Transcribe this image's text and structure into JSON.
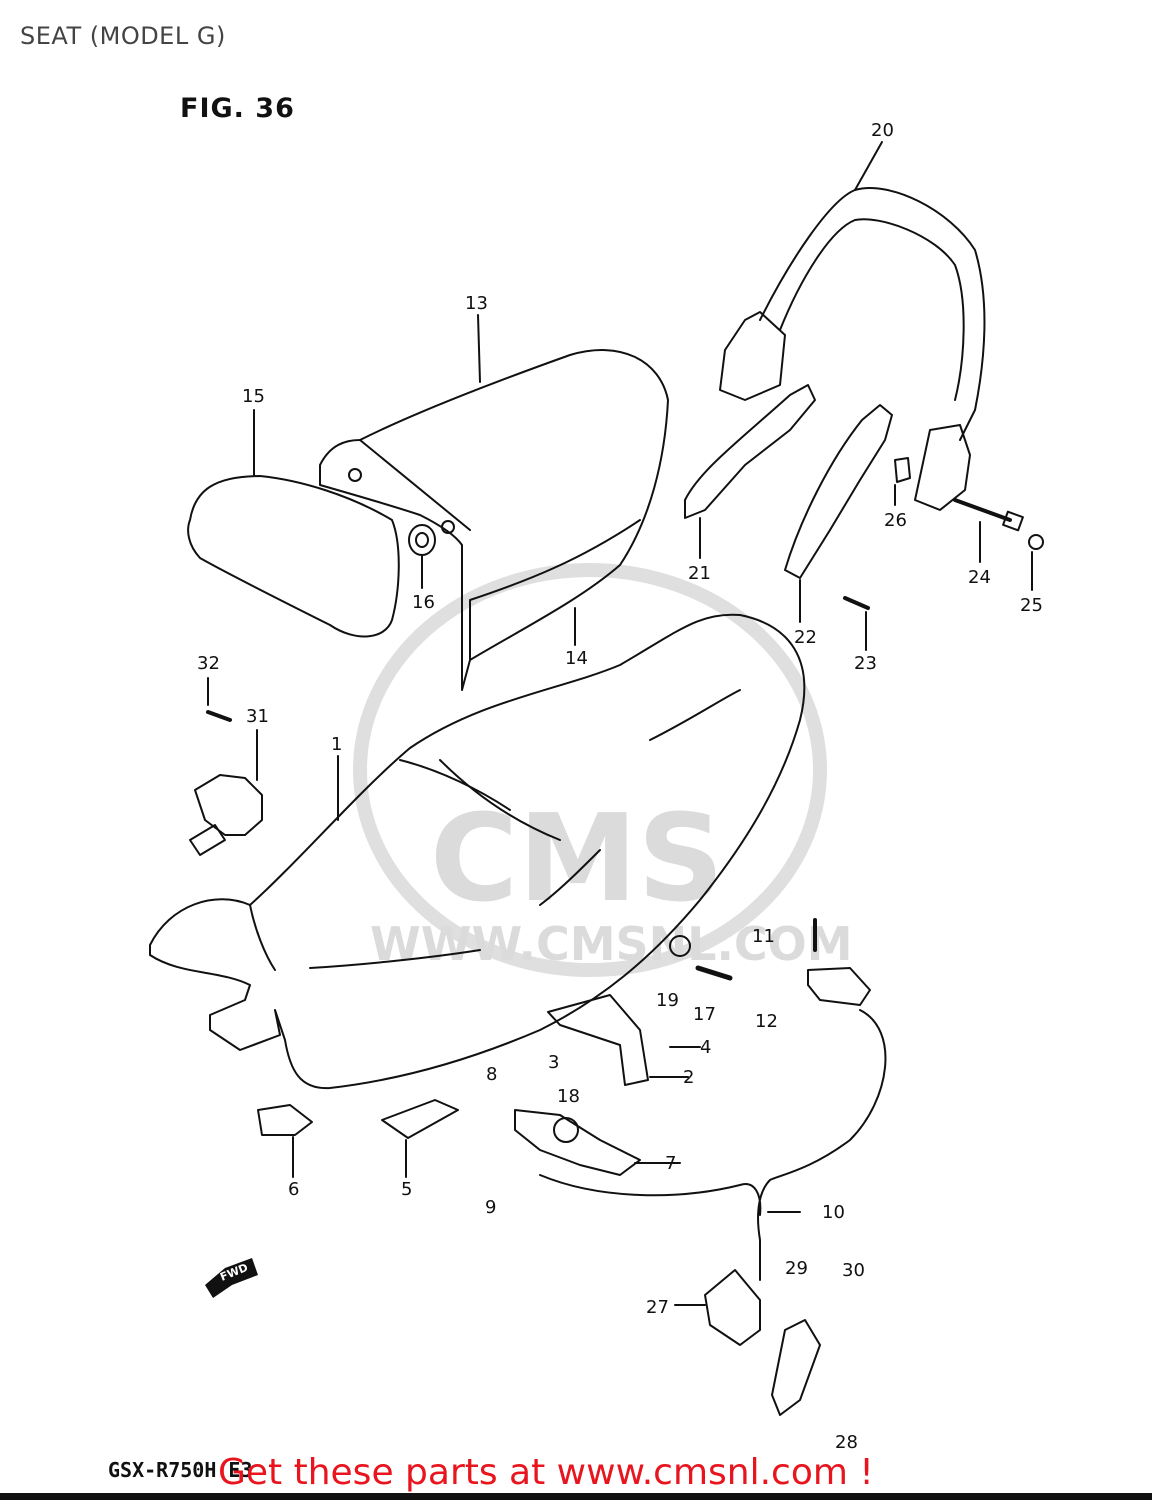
{
  "header": {
    "title": "SEAT (MODEL G)"
  },
  "figure": {
    "label": "FIG. 36",
    "model_code": "GSX-R750H E3"
  },
  "watermark": {
    "brand": "CMS",
    "url": "WWW.CMSNL.COM"
  },
  "footer": {
    "cta": "Get these parts at www.cmsnl.com !"
  },
  "fwd_arrow": {
    "label": "FWD"
  },
  "callouts": [
    "1",
    "2",
    "3",
    "4",
    "5",
    "6",
    "7",
    "8",
    "9",
    "10",
    "11",
    "12",
    "13",
    "14",
    "15",
    "16",
    "17",
    "18",
    "19",
    "20",
    "21",
    "22",
    "23",
    "24",
    "25",
    "26",
    "27",
    "28",
    "29",
    "30",
    "31",
    "32"
  ],
  "colors": {
    "cta": "#e8141e",
    "line": "#111111",
    "watermark": "#d8d8d8"
  }
}
